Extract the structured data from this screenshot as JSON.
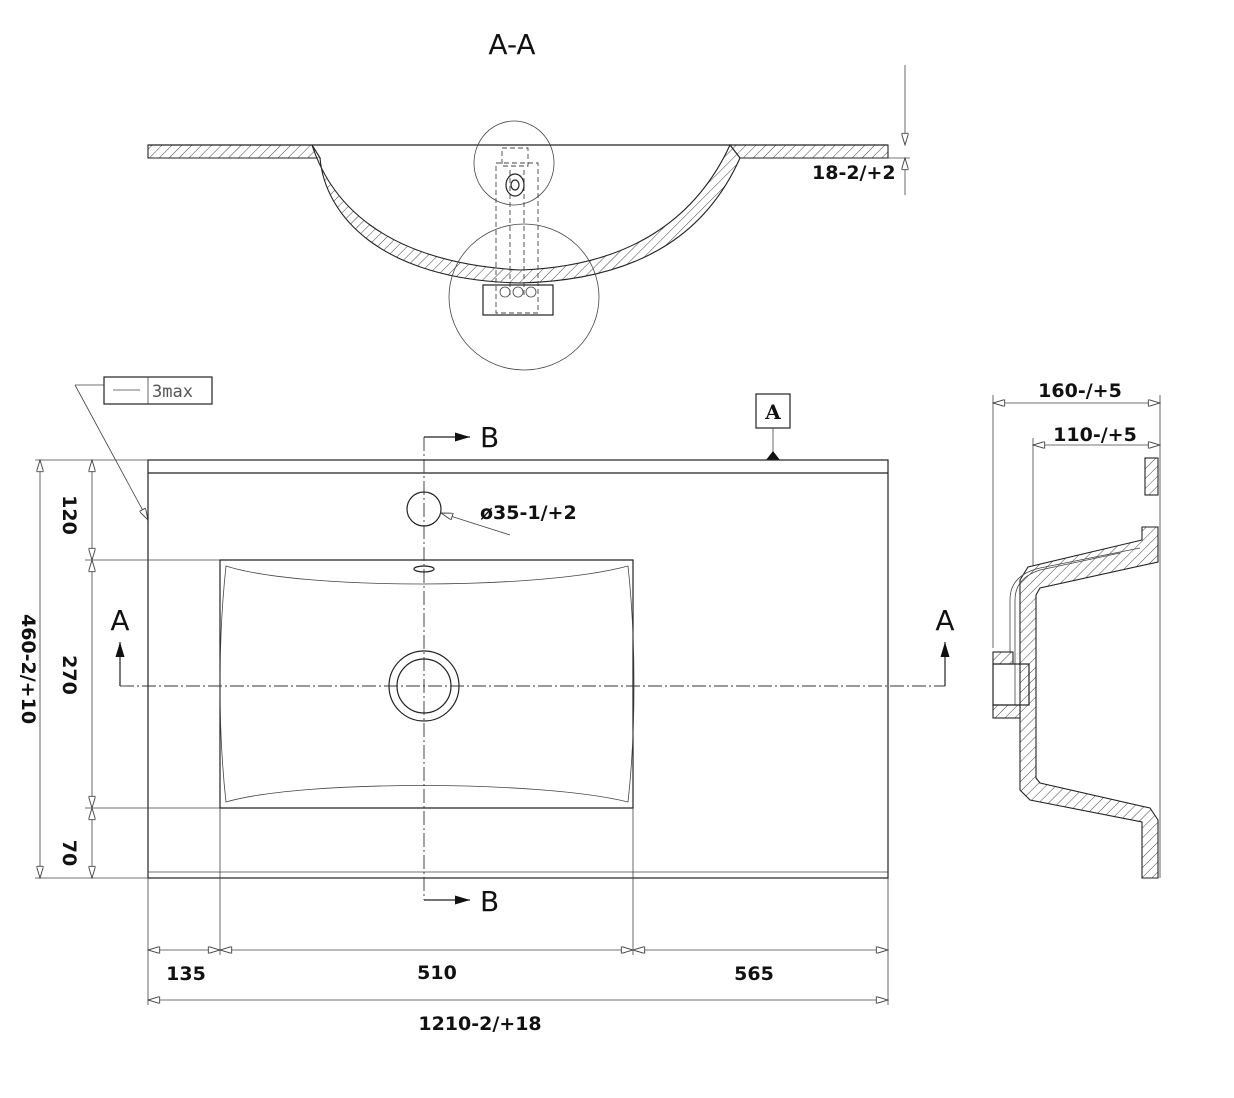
{
  "section_aa": {
    "title": "A-A",
    "thickness_dim": "18-2/+2"
  },
  "plan_view": {
    "flatness_tolerance": "3max",
    "datum_label": "A",
    "section_b_top": "B",
    "section_b_bottom": "B",
    "section_a_left": "A",
    "section_a_right": "A",
    "tap_hole_dim": "ø35-1/+2",
    "depth_total": "460-2/+10",
    "depth_segments": [
      "120",
      "270",
      "70"
    ],
    "width_segments": [
      "135",
      "510",
      "565"
    ],
    "width_total": "1210-2/+18"
  },
  "side_view": {
    "height_total": "160-/+5",
    "bowl_height": "110-/+5"
  }
}
